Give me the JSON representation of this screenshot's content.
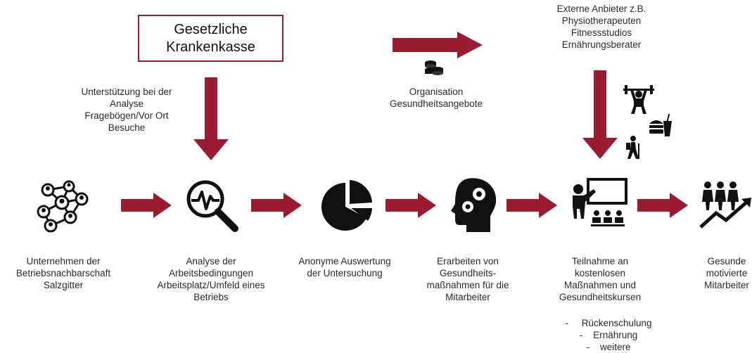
{
  "colors": {
    "arrow": "#9b1b30",
    "icon": "#111111",
    "box_border": "#9b1b30"
  },
  "header": {
    "box_label": "Gesetzliche\nKrankenkasse",
    "support_text": "Unterstützung bei der\nAnalyse\nFragebögen/Vor Ort\nBesuche",
    "organisation_text": "Organisation\nGesundheitsangebote",
    "external_text": "Externe Anbieter z.B.\nPhysiotherapeuten\nFitnessstudios\nErnährungsberater"
  },
  "steps": [
    {
      "icon": "network-people-icon",
      "label": "Unternehmen der\nBetriebsnachbarschaft\nSalzgitter"
    },
    {
      "icon": "analysis-magnifier-icon",
      "label": "Analyse der\nArbeitsbedingungen\nArbeitsplatz/Umfeld eines\nBetriebs"
    },
    {
      "icon": "pie-chart-icon",
      "label": "Anonyme Auswertung\nder Untersuchung"
    },
    {
      "icon": "head-gears-icon",
      "label": "Erarbeiten von\nGesundheits-\nmaßnahmen für die\nMitarbeiter"
    },
    {
      "icon": "teacher-presentation-icon",
      "label": "Teilnahme an\nkostenlosen\nMaßnahmen und\nGesundheitskursen"
    },
    {
      "icon": "growth-people-icon",
      "label": "Gesunde\nmotivierte\nMitarbeiter"
    }
  ],
  "course_list": [
    "Rückenschulung",
    "Ernährung",
    "weitere"
  ],
  "small_icons": [
    "coins-icon",
    "weightlifter-icon",
    "food-icon",
    "hiker-icon"
  ]
}
